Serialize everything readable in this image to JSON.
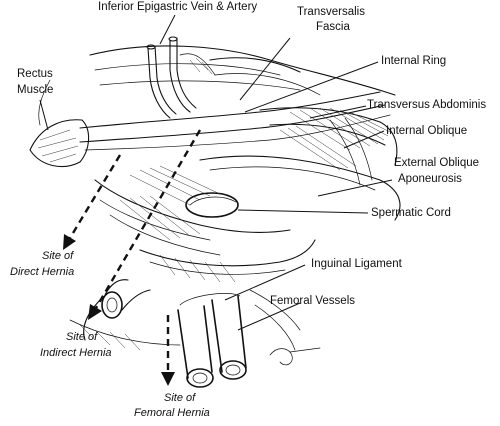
{
  "labels": {
    "inferior_epigastric": "Inferior Epigastric Vein & Artery",
    "transversalis_fascia": [
      "Transversalis",
      "Fascia"
    ],
    "rectus_muscle": [
      "Rectus",
      "Muscle"
    ],
    "internal_ring": "Internal Ring",
    "transversus_abdominis": "Transversus Abdominis",
    "internal_oblique": "Internal Oblique",
    "external_oblique": [
      "External Oblique",
      "Aponeurosis"
    ],
    "spermatic_cord": "Spermatic Cord",
    "inguinal_ligament": "Inguinal Ligament",
    "femoral_vessels": "Femoral Vessels",
    "site_direct": [
      "Site of",
      "Direct Hernia"
    ],
    "site_indirect": [
      "Site of",
      "Indirect Hernia"
    ],
    "site_femoral": [
      "Site of",
      "Femoral Hernia"
    ]
  }
}
